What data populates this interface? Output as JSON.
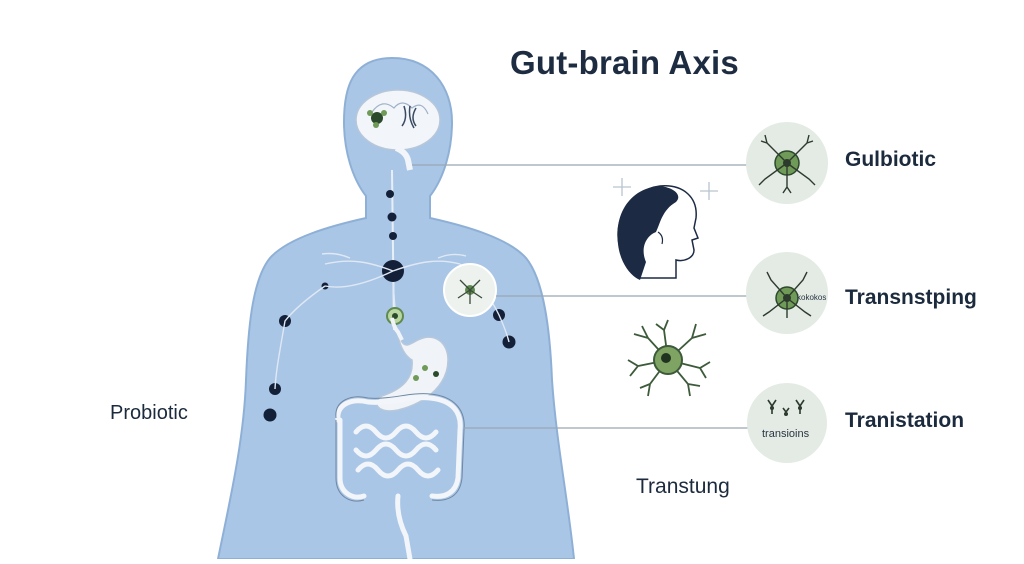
{
  "title": "Gut-brain Axis",
  "labels": {
    "gulbiotic": "Gulbiotic",
    "transnstping": "Transnstping",
    "tranistation": "Tranistation",
    "probiotic": "Probiotic",
    "transtung": "Transtung"
  },
  "circle_texts": {
    "transnstping_tiny": "kokokos",
    "tranistation_tiny": "transioins"
  },
  "colors": {
    "body_fill": "#a9c6e6",
    "body_stroke": "#8fb0d6",
    "node_dark": "#142038",
    "neuron_green": "#5f8a4f",
    "circle_bg": "#e3ebe4",
    "line_gray": "#9aa6b2"
  },
  "icons": [
    "brain-icon",
    "neuron-icon",
    "stomach-icon",
    "intestine-icon",
    "head-profile-icon",
    "sparkle-icon"
  ]
}
